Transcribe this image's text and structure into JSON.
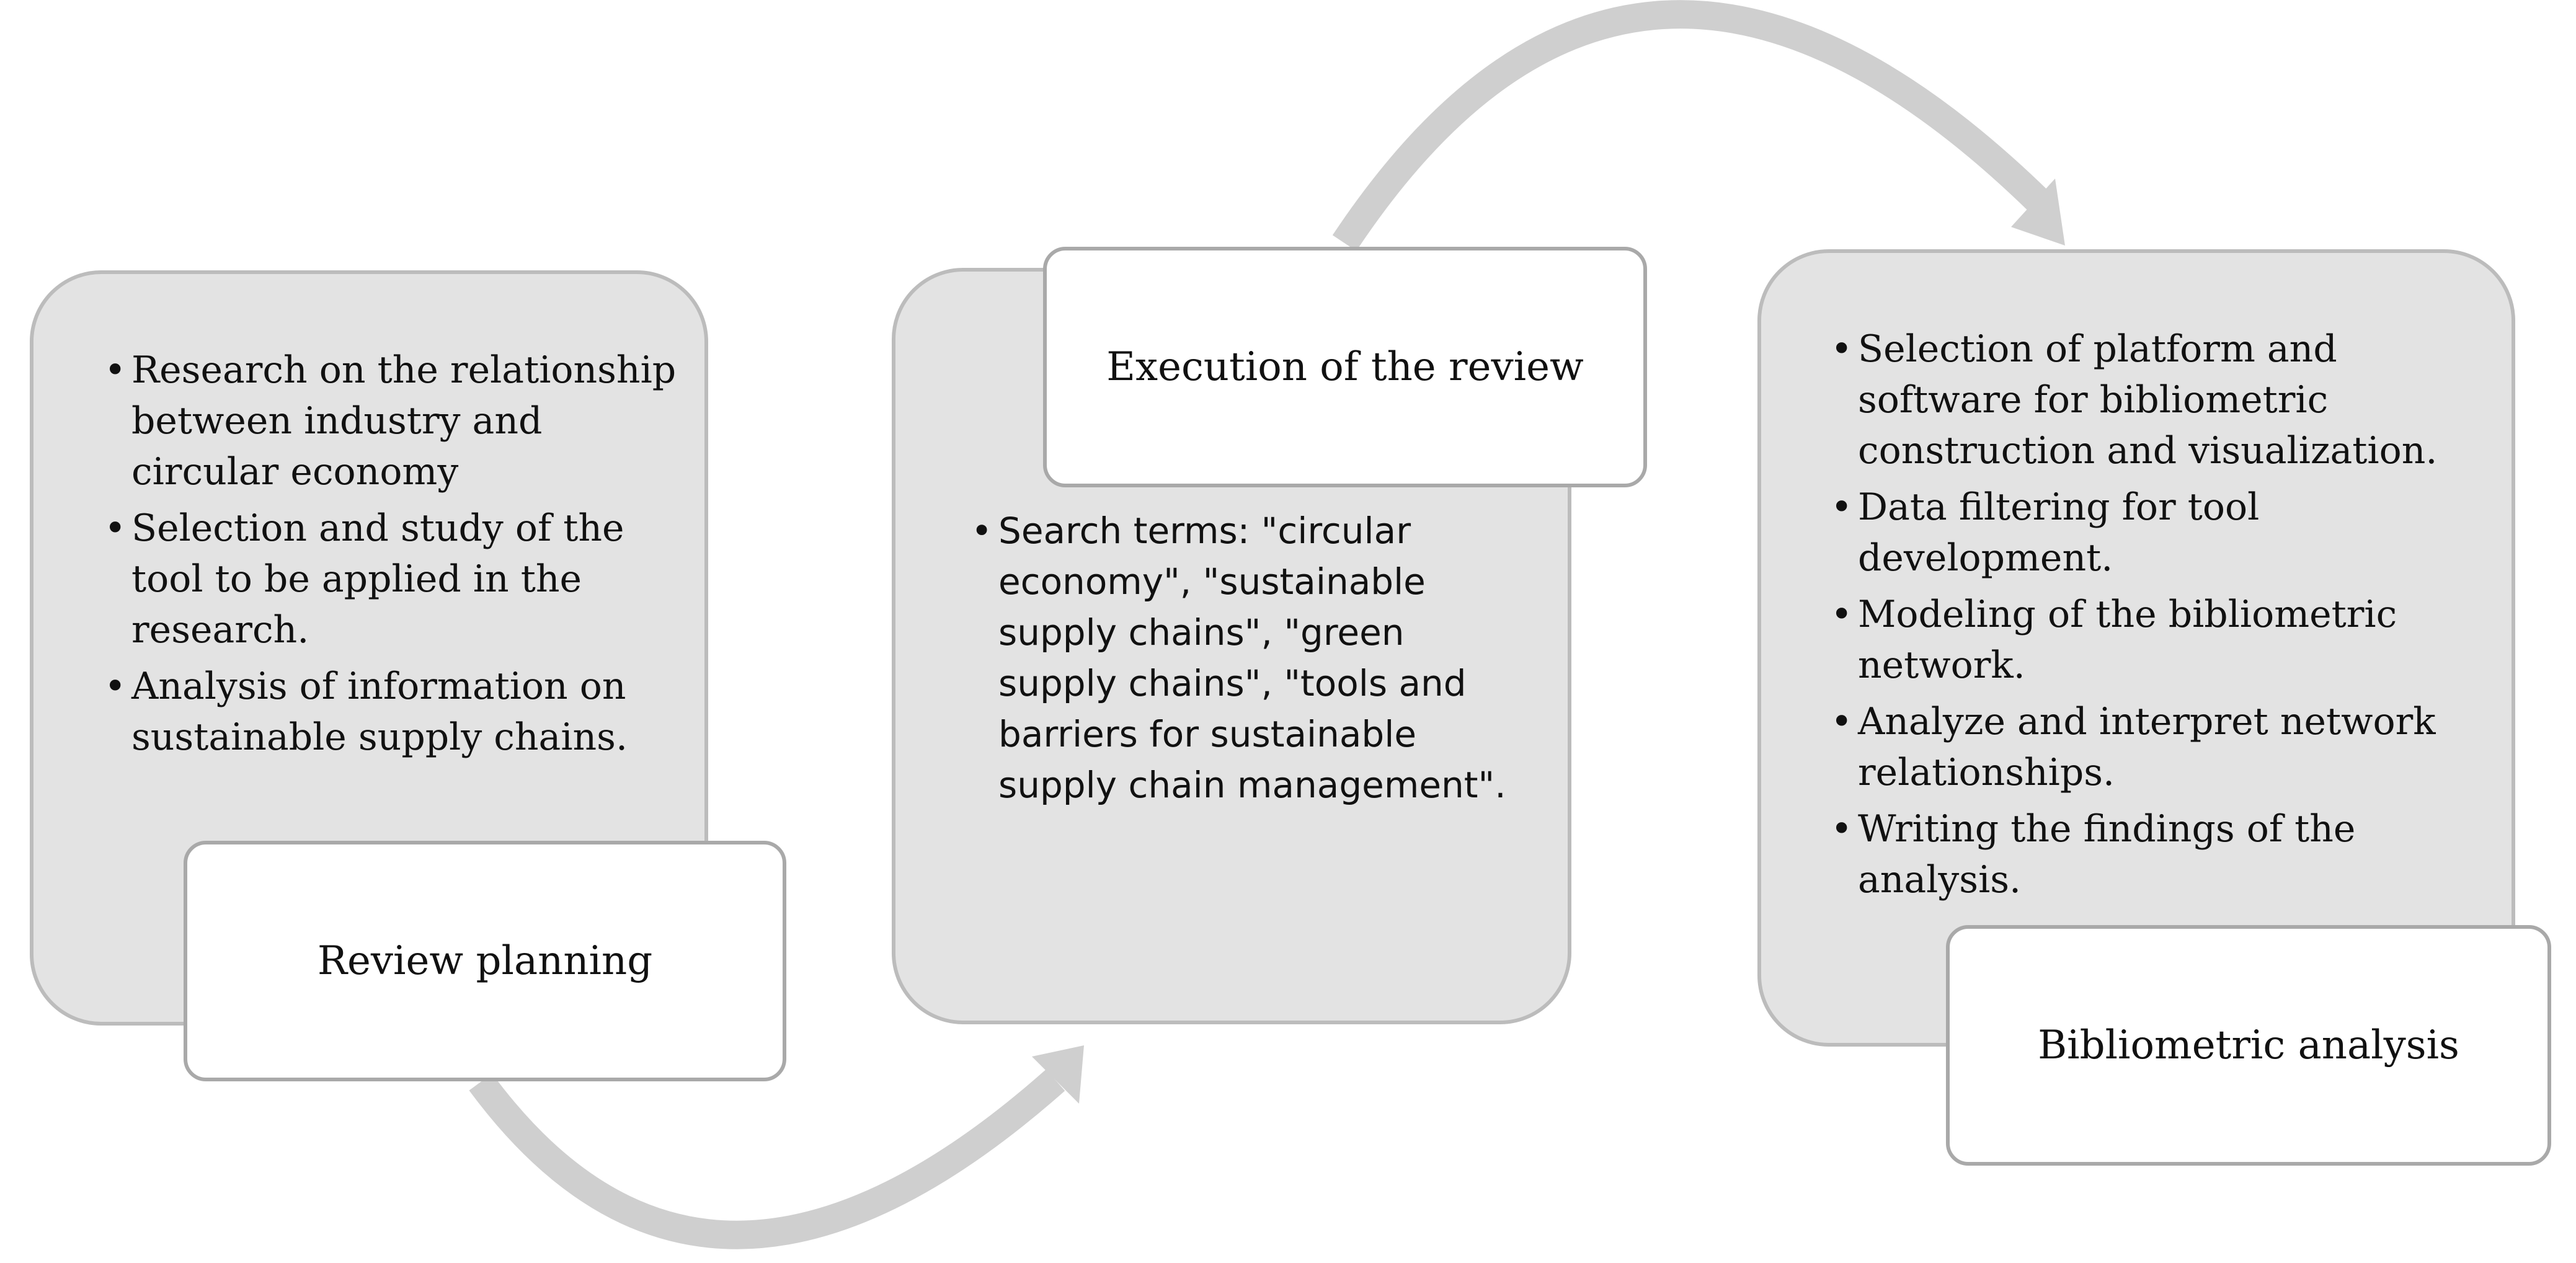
{
  "colors": {
    "panel_fill": "#e3e3e3",
    "panel_border": "#bcbcbc",
    "label_fill": "#ffffff",
    "label_border": "#a9a9a9",
    "arrow": "#cfcfcf"
  },
  "steps": [
    {
      "title": "Review planning",
      "bullets": [
        "Research on the relationship between industry and circular economy",
        "Selection and study of the tool to be applied in the research.",
        "Analysis of information on sustainable supply chains."
      ]
    },
    {
      "title": "Execution of the review",
      "bullets": [
        "Search terms: \"circular economy\", \"sustainable supply chains\", \"green supply chains\", \"tools and barriers for sustainable supply chain management\"."
      ]
    },
    {
      "title": "Bibliometric analysis",
      "bullets": [
        "Selection of platform and software for bibliometric construction and visualization.",
        "Data filtering for tool development.",
        "Modeling of the bibliometric network.",
        "Analyze and interpret network relationships.",
        "Writing the findings of the analysis."
      ]
    }
  ]
}
